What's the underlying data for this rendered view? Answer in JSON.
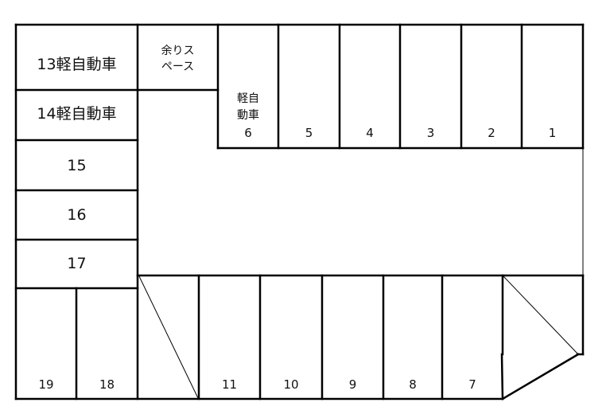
{
  "diagram": {
    "type": "parking-lot-layout",
    "line_color": "#000000",
    "background": "#ffffff"
  },
  "spaces": {
    "s13": {
      "label": "13軽自動車"
    },
    "s14": {
      "label": "14軽自動車"
    },
    "s15": {
      "label": "15"
    },
    "s16": {
      "label": "16"
    },
    "s17": {
      "label": "17"
    },
    "spare": {
      "line1": "余りス",
      "line2": "ペース"
    },
    "s6": {
      "line1": "軽自",
      "line2": "動車",
      "number": "6"
    },
    "s5": {
      "label": "5"
    },
    "s4": {
      "label": "4"
    },
    "s3": {
      "label": "3"
    },
    "s2": {
      "label": "2"
    },
    "s1": {
      "label": "1"
    },
    "s19": {
      "label": "19"
    },
    "s18": {
      "label": "18"
    },
    "s11": {
      "label": "11"
    },
    "s10": {
      "label": "10"
    },
    "s9": {
      "label": "9"
    },
    "s8": {
      "label": "8"
    },
    "s7": {
      "label": "7"
    }
  }
}
